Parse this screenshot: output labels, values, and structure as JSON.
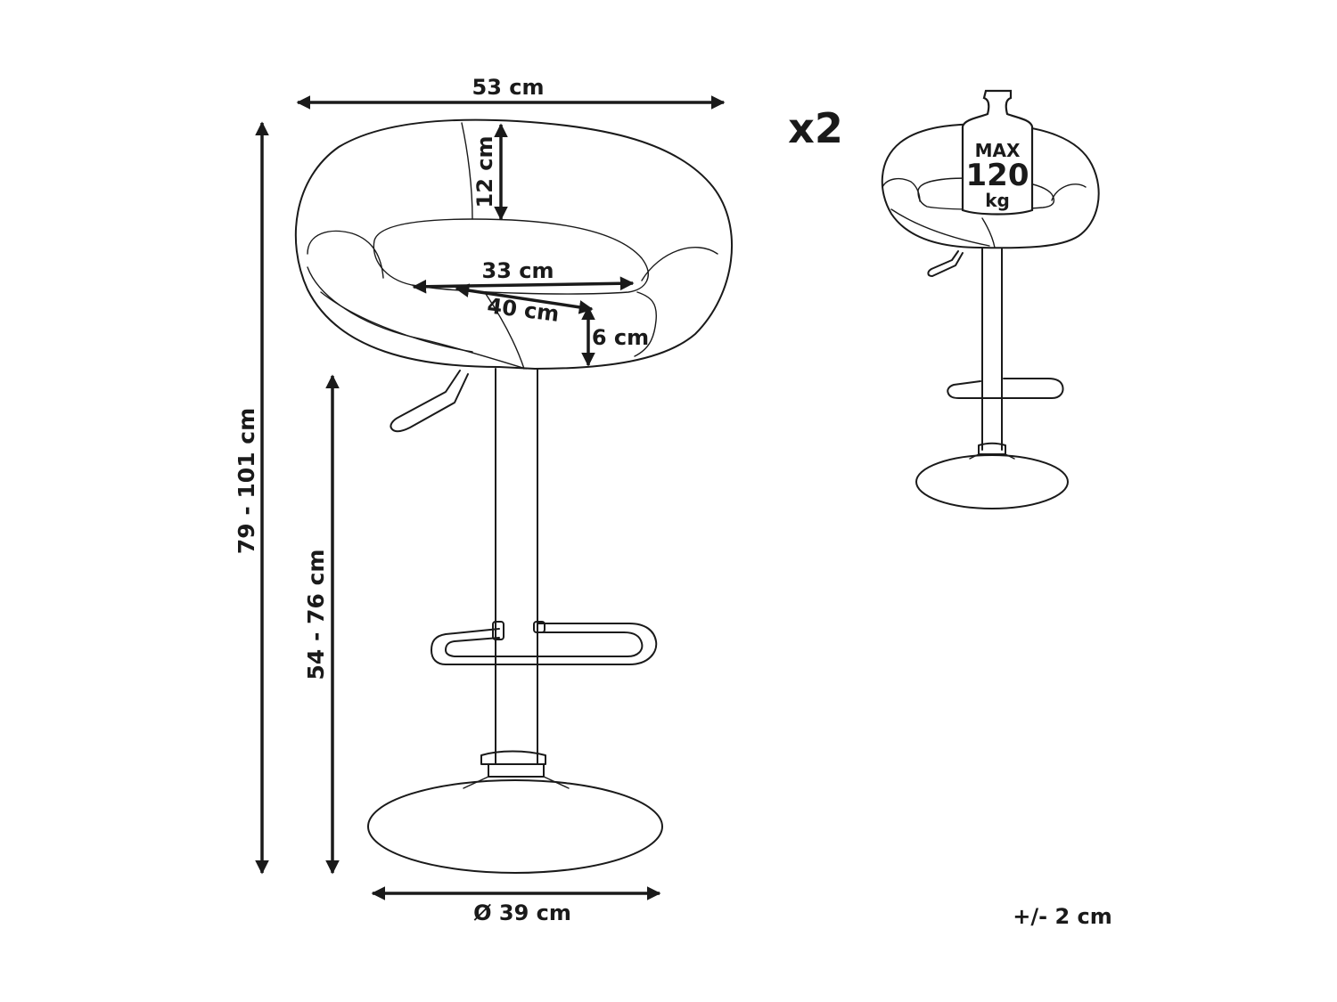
{
  "dimensions": {
    "width_top": "53 cm",
    "total_height": "79 - 101 cm",
    "seat_height": "54 - 76 cm",
    "backrest_height": "12 cm",
    "seat_width": "33 cm",
    "seat_depth": "40 cm",
    "seat_thickness": "6 cm",
    "base_diameter": "Ø 39 cm"
  },
  "quantity": "x2",
  "max_load": {
    "label": "MAX",
    "value": "120",
    "unit": "kg"
  },
  "tolerance": "+/- 2 cm"
}
